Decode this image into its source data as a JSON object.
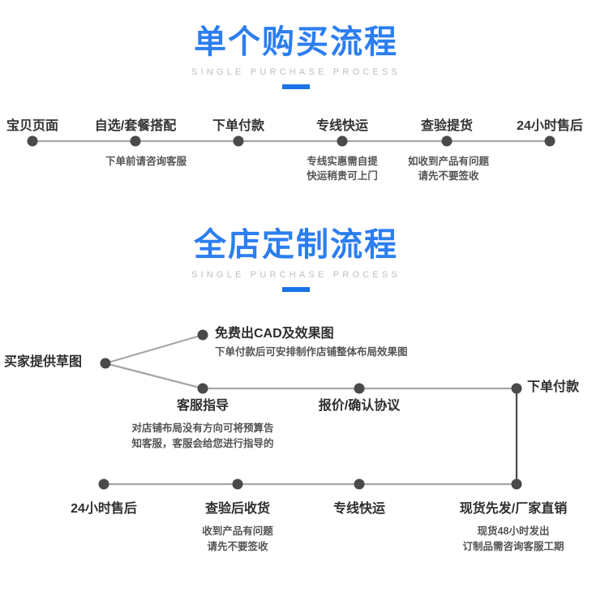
{
  "sections": [
    {
      "id": "single-purchase",
      "title_cn": "单个购买流程",
      "title_en": "SINGLE PURCHASE PROCESS",
      "accent_color": "#1a73e8",
      "title_color": "#2c7ef0"
    },
    {
      "id": "store-custom",
      "title_cn": "全店定制流程",
      "title_en": "SINGLE PURCHASE PROCESS",
      "accent_color": "#1a73e8",
      "title_color": "#2c7ef0"
    }
  ],
  "timeline": {
    "line_color": "#a6a6a6",
    "dot_color": "#4a4a4a",
    "steps": [
      {
        "label": "宝贝页面",
        "note": ""
      },
      {
        "label": "自选/套餐搭配",
        "note": "下单前请咨询客服"
      },
      {
        "label": "下单付款",
        "note": ""
      },
      {
        "label": "专线快运",
        "note": "专线实惠需自提\n快运稍贵可上门"
      },
      {
        "label": "查验提货",
        "note": "如收到产品有问题\n请先不要签收"
      },
      {
        "label": "24小时售后",
        "note": ""
      }
    ]
  },
  "flow": {
    "line_color": "#a6a6a6",
    "dot_color": "#4a4a4a",
    "nodes": [
      {
        "id": "buyer-sketch",
        "label": "买家提供草图",
        "note": ""
      },
      {
        "id": "free-cad",
        "label": "免费出CAD及效果图",
        "note": "下单付款后可安排制作店铺整体布局效果图"
      },
      {
        "id": "service-guide",
        "label": "客服指导",
        "note": "对店铺布局没有方向可将预算告\n知客服，客服会给您进行指导的"
      },
      {
        "id": "quote-confirm",
        "label": "报价/确认协议",
        "note": ""
      },
      {
        "id": "place-order",
        "label": "下单付款",
        "note": ""
      },
      {
        "id": "stock-ship",
        "label": "现货先发/厂家直销",
        "note": "现货48小时发出\n订制品需咨询客服工期"
      },
      {
        "id": "line-express",
        "label": "专线快运",
        "note": ""
      },
      {
        "id": "check-receive",
        "label": "查验后收货",
        "note": "收到产品有问题\n请先不要签收"
      },
      {
        "id": "after-sales",
        "label": "24小时售后",
        "note": ""
      }
    ]
  }
}
